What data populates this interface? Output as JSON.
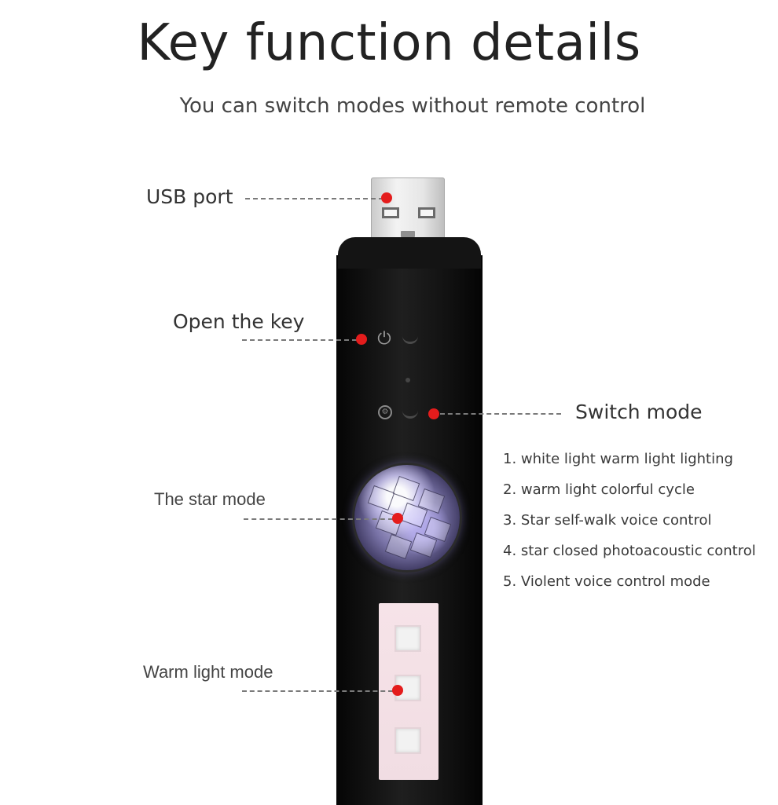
{
  "header": {
    "title": "Key function details",
    "subtitle": "You can switch modes without remote control"
  },
  "callouts": {
    "usb_port": "USB port",
    "open_key": "Open the key",
    "switch_mode": "Switch mode",
    "star_mode": "The star mode",
    "warm_light_mode": "Warm light mode"
  },
  "switch_modes": [
    "1. white light warm light lighting",
    "2. warm light colorful cycle",
    "3. Star self-walk voice control",
    "4. star closed photoacoustic control",
    "5. Violent voice control mode"
  ],
  "icons": {
    "power": "power-icon",
    "mode": "mode-icon"
  },
  "colors": {
    "marker_dot": "#e41c1c",
    "device_body": "#141414",
    "leader_line": "#7a7a7a"
  }
}
